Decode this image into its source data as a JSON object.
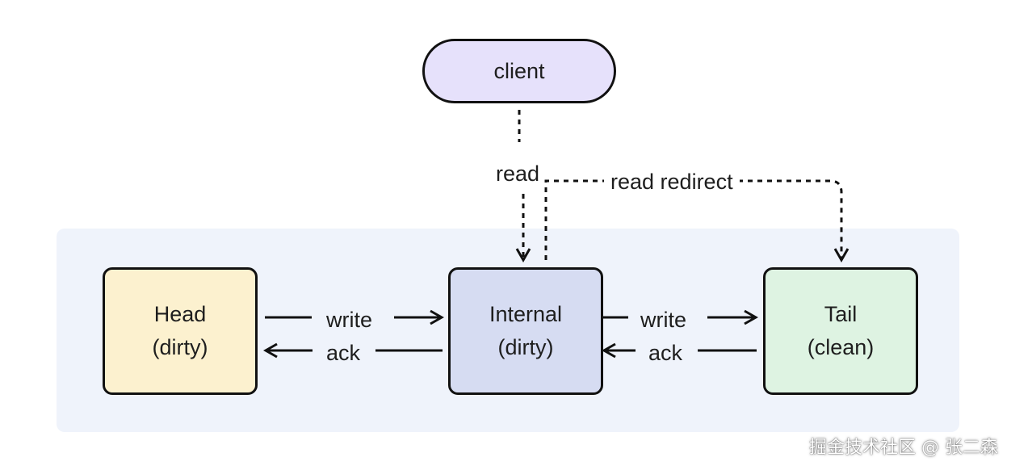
{
  "colors": {
    "client_fill": "#e6e1fb",
    "head_fill": "#fcf1cf",
    "internal_fill": "#d6dcf2",
    "tail_fill": "#def3e2",
    "panel_fill": "#eff3fb",
    "stroke": "#111111"
  },
  "nodes": {
    "client": {
      "label": "client"
    },
    "head": {
      "line1": "Head",
      "line2": "(dirty)"
    },
    "internal": {
      "line1": "Internal",
      "line2": "(dirty)"
    },
    "tail": {
      "line1": "Tail",
      "line2": "(clean)"
    }
  },
  "edges": {
    "read": "read",
    "read_redirect": "read redirect",
    "write_head_internal": "write",
    "ack_internal_head": "ack",
    "write_internal_tail": "write",
    "ack_tail_internal": "ack"
  },
  "watermark": "掘金技术社区 @ 张二森"
}
